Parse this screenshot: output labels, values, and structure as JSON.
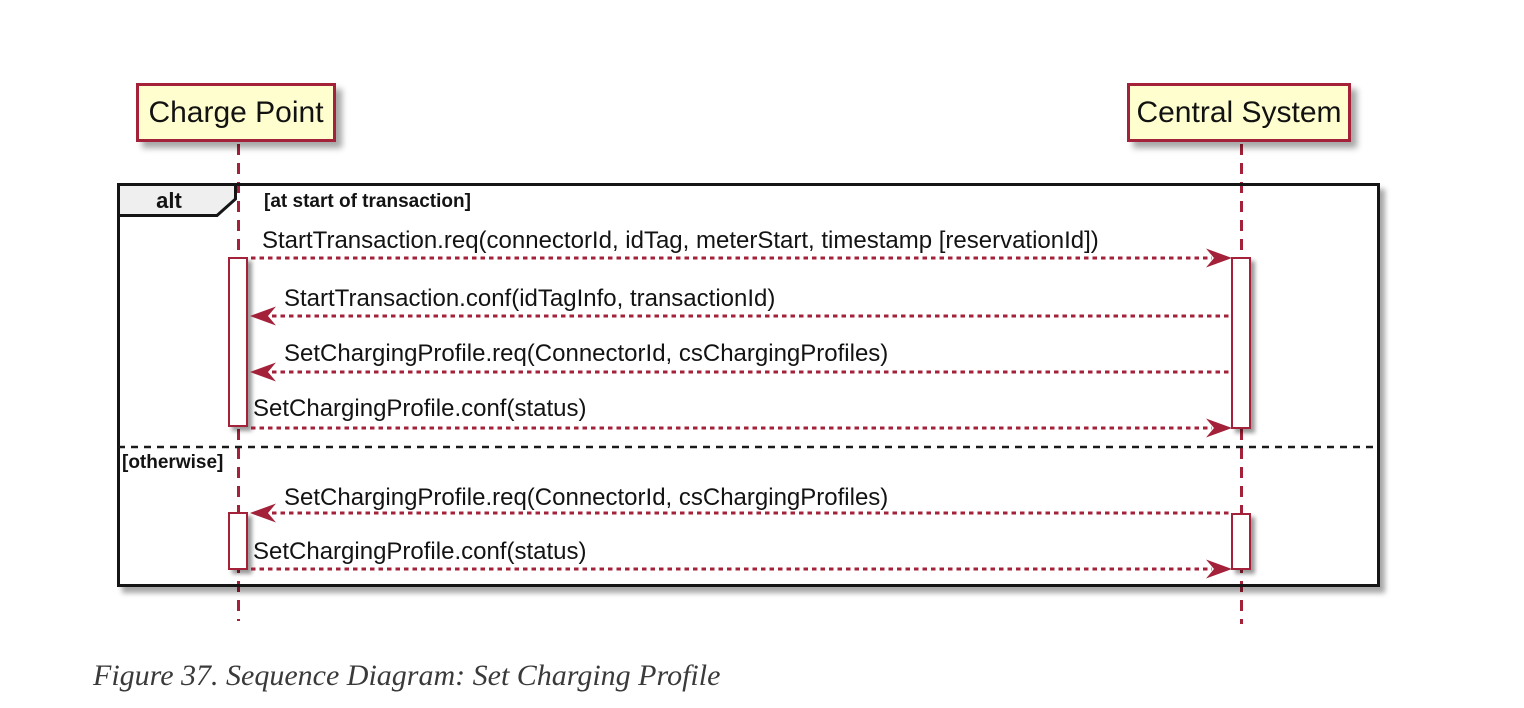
{
  "diagram": {
    "actors": [
      {
        "name": "Charge Point"
      },
      {
        "name": "Central System"
      }
    ],
    "frame": {
      "operator": "alt",
      "guards": [
        "[at start of transaction]",
        "[otherwise]"
      ]
    },
    "messages": [
      {
        "text": "StartTransaction.req(connectorId, idTag, meterStart, timestamp [reservationId])",
        "from": "Charge Point",
        "to": "Central System"
      },
      {
        "text": "StartTransaction.conf(idTagInfo, transactionId)",
        "from": "Central System",
        "to": "Charge Point"
      },
      {
        "text": "SetChargingProfile.req(ConnectorId, csChargingProfiles)",
        "from": "Central System",
        "to": "Charge Point"
      },
      {
        "text": "SetChargingProfile.conf(status)",
        "from": "Charge Point",
        "to": "Central System"
      },
      {
        "text": "SetChargingProfile.req(ConnectorId, csChargingProfiles)",
        "from": "Central System",
        "to": "Charge Point"
      },
      {
        "text": "SetChargingProfile.conf(status)",
        "from": "Charge Point",
        "to": "Central System"
      }
    ],
    "caption": "Figure 37. Sequence Diagram: Set Charging Profile",
    "colors": {
      "accent": "#A32139",
      "actor_fill": "#FEFECE",
      "operator_fill": "#EFEFEF",
      "frame_border": "#151515",
      "caption_text": "#3A3A3A"
    }
  }
}
